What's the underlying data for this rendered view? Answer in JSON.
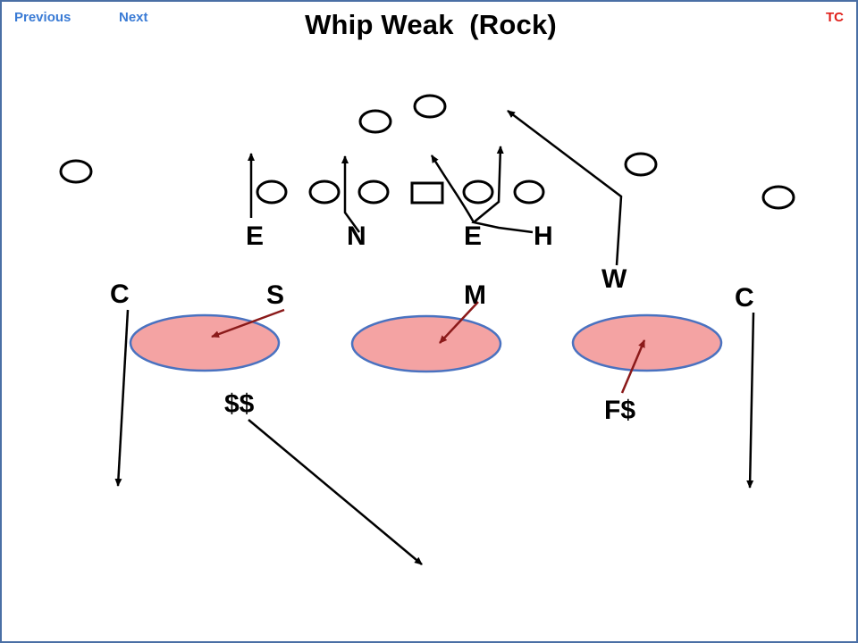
{
  "nav": {
    "previous": "Previous",
    "next": "Next",
    "tc": "TC"
  },
  "title": "Whip Weak  (Rock)",
  "colors": {
    "zone_fill": "#f4a3a3",
    "zone_stroke": "#4a72c0",
    "blitz_arrow": "#8b1a1a",
    "route": "#000000",
    "link": "#3a7bd5",
    "tc": "#e0201b"
  },
  "defenders": {
    "end_left": "E",
    "nose": "N",
    "end_right": "E",
    "hawk": "H",
    "will": "W",
    "corner_left": "C",
    "sam": "S",
    "mike": "M",
    "corner_right": "C",
    "strong_safety": "$$",
    "free_safety": "F$"
  }
}
